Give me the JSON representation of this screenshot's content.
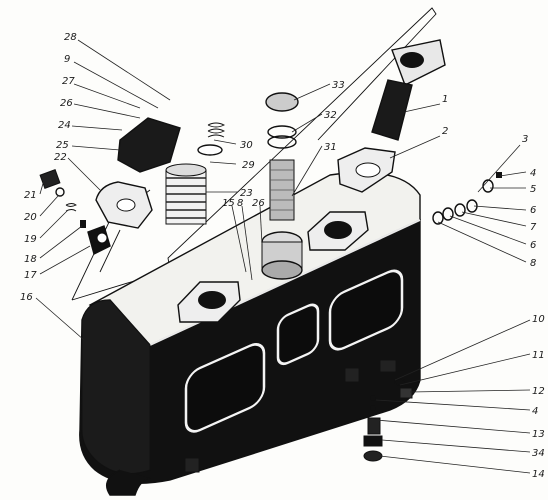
{
  "labels": [
    {
      "id": "1",
      "text": "1"
    },
    {
      "id": "2",
      "text": "2"
    },
    {
      "id": "3",
      "text": "3"
    },
    {
      "id": "4a",
      "text": "4"
    },
    {
      "id": "5",
      "text": "5"
    },
    {
      "id": "6a",
      "text": "6"
    },
    {
      "id": "7",
      "text": "7"
    },
    {
      "id": "6b",
      "text": "6"
    },
    {
      "id": "8",
      "text": "8"
    },
    {
      "id": "10",
      "text": "10"
    },
    {
      "id": "11",
      "text": "11"
    },
    {
      "id": "12",
      "text": "12"
    },
    {
      "id": "4b",
      "text": "4"
    },
    {
      "id": "13",
      "text": "13"
    },
    {
      "id": "34",
      "text": "34"
    },
    {
      "id": "14",
      "text": "14"
    },
    {
      "id": "28",
      "text": "28"
    },
    {
      "id": "9",
      "text": "9"
    },
    {
      "id": "27",
      "text": "27"
    },
    {
      "id": "26",
      "text": "26"
    },
    {
      "id": "24",
      "text": "24"
    },
    {
      "id": "25",
      "text": "25"
    },
    {
      "id": "22",
      "text": "22"
    },
    {
      "id": "21",
      "text": "21"
    },
    {
      "id": "20",
      "text": "20"
    },
    {
      "id": "19",
      "text": "19"
    },
    {
      "id": "18",
      "text": "18"
    },
    {
      "id": "17",
      "text": "17"
    },
    {
      "id": "16",
      "text": "16"
    },
    {
      "id": "15",
      "text": "15"
    },
    {
      "id": "8c",
      "text": "8"
    },
    {
      "id": "26b",
      "text": "26"
    },
    {
      "id": "29",
      "text": "29"
    },
    {
      "id": "23",
      "text": "23"
    },
    {
      "id": "30",
      "text": "30"
    },
    {
      "id": "31",
      "text": "31"
    },
    {
      "id": "32",
      "text": "32"
    },
    {
      "id": "33",
      "text": "33"
    }
  ]
}
